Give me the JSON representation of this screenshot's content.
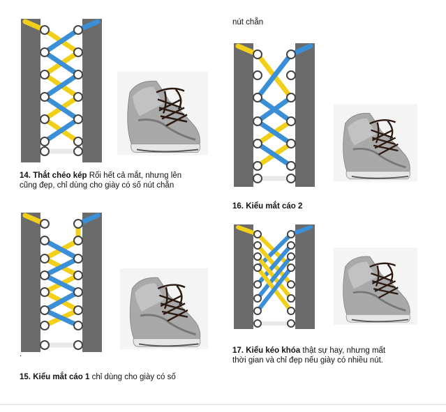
{
  "continued_text": "nút chẵn",
  "stray_dot": ".",
  "colors": {
    "yellow": "#f2cf1a",
    "blue": "#3b8fd6",
    "strip": "#6b6b6b",
    "white_lace": "#e8e8e8"
  },
  "items": [
    {
      "number": "14.",
      "title": "Thắt chéo kép",
      "text_lines": [
        "Rối hết cả mắt, nhưng lên",
        "cũng đẹp, chỉ dùng cho giày có số nút chẵn"
      ]
    },
    {
      "number": "15.",
      "title": "Kiểu mắt cáo 1",
      "text_lines": [
        "chỉ dùng cho giày có số"
      ]
    },
    {
      "number": "16.",
      "title": "Kiểu mắt cáo 2",
      "text_lines": []
    },
    {
      "number": "17.",
      "title": "Kiểu kéo khóa",
      "text_lines": [
        "thật sự hay, nhưng mất",
        "thời gian và chỉ đẹp nếu giày có nhiều nút."
      ]
    }
  ]
}
